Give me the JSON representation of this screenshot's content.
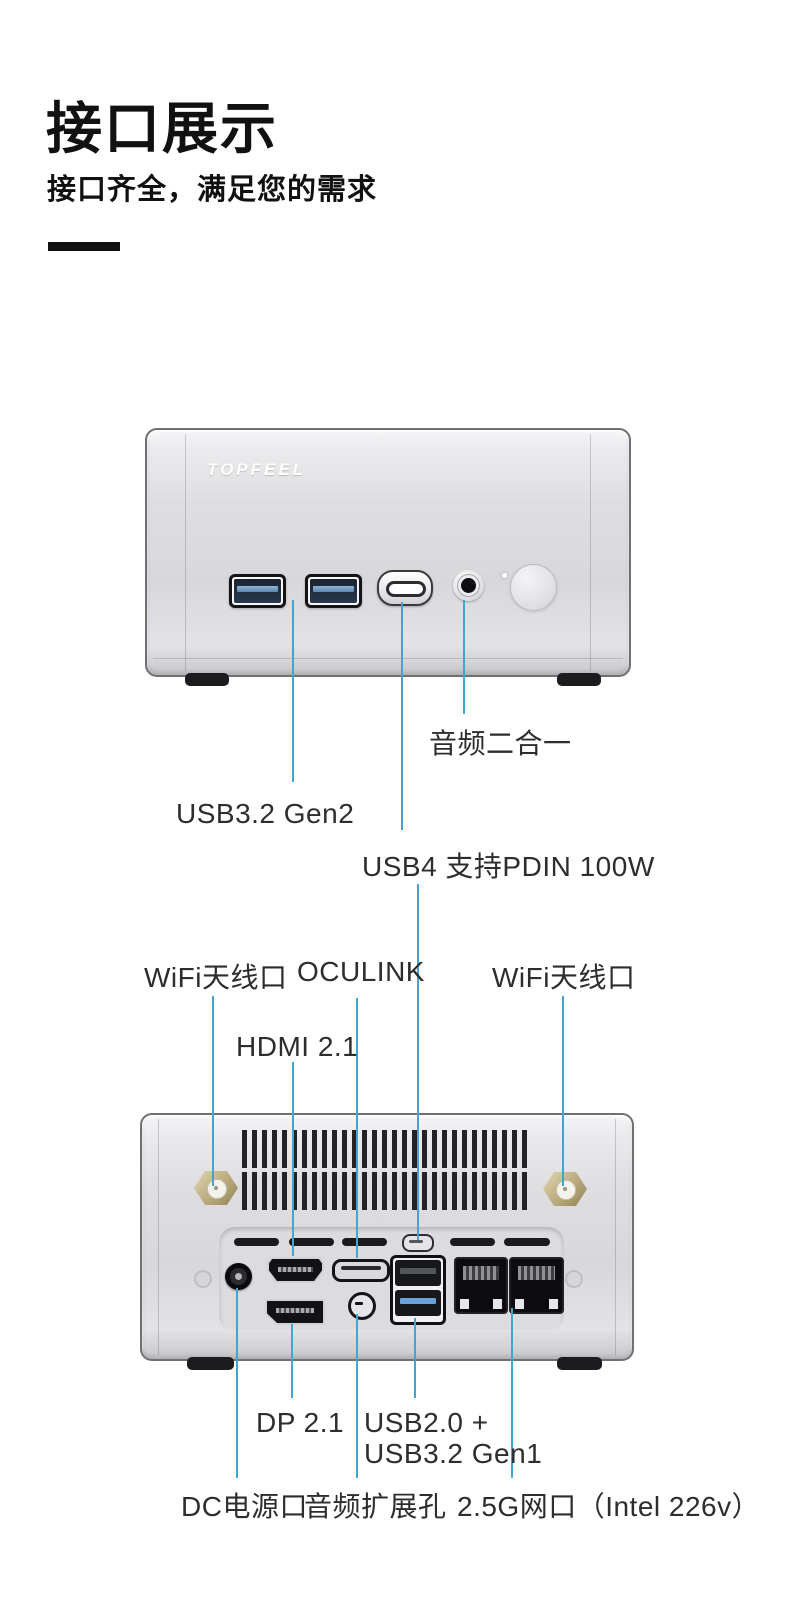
{
  "header": {
    "title": "接口展示",
    "subtitle": "接口齐全，满足您的需求"
  },
  "device": {
    "brand": "TOPFEEL"
  },
  "front": {
    "labels": {
      "audio_combo": "音频二合一",
      "usb32": "USB3.2 Gen2",
      "usb4": "USB4 支持PDIN 100W"
    }
  },
  "back": {
    "labels": {
      "wifi_left": "WiFi天线口",
      "oculink": "OCULINK",
      "wifi_right": "WiFi天线口",
      "hdmi": "HDMI 2.1",
      "dp": "DP 2.1",
      "usb_combo_line1": "USB2.0 +",
      "usb_combo_line2": "USB3.2 Gen1",
      "dc_power": "DC电源口",
      "audio_expansion": "音频扩展孔",
      "ethernet": "2.5G网口（Intel 226v）"
    }
  },
  "colors": {
    "background": "#ffffff",
    "callout_line": "#3fa6d2",
    "usb3_tongue": "#6aa3d8",
    "usb_front_tongue": "#7ca6cc",
    "antenna_gold": "#b4a678",
    "title_text": "#111111"
  }
}
